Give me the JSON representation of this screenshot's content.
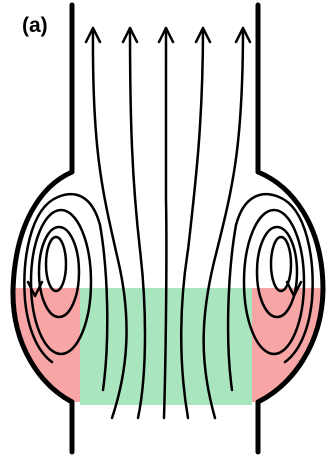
{
  "panel_label": "(a)",
  "colors": {
    "line": "#000000",
    "vortex_region": "#f7a5a5",
    "core_region": "#a9e6c0",
    "background": "#ffffff"
  },
  "regions": [
    "vortex-region-left",
    "core-flow-region",
    "vortex-region-right"
  ],
  "streamline_count": 5,
  "vortex_loops_per_side": 3
}
